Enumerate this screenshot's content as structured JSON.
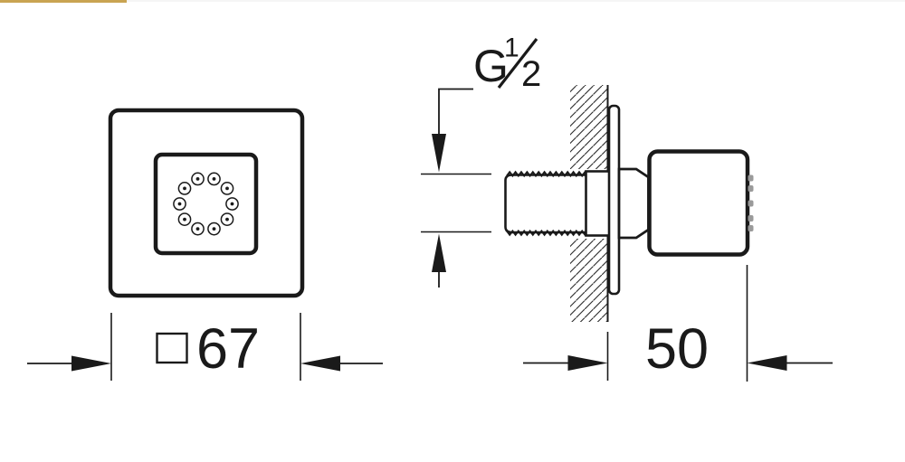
{
  "page": {
    "background": "#ffffff",
    "accent_bar_color": "#c9a452",
    "line_color": "#1a1a1a"
  },
  "views": {
    "front": {
      "dimension": {
        "symbol": "□",
        "value": "67"
      },
      "nozzle_count": 10
    },
    "side": {
      "thread_label": {
        "prefix": "G",
        "numerator": "1",
        "denominator": "2",
        "combined": "G1/2"
      },
      "dimension": {
        "value": "50"
      }
    }
  }
}
